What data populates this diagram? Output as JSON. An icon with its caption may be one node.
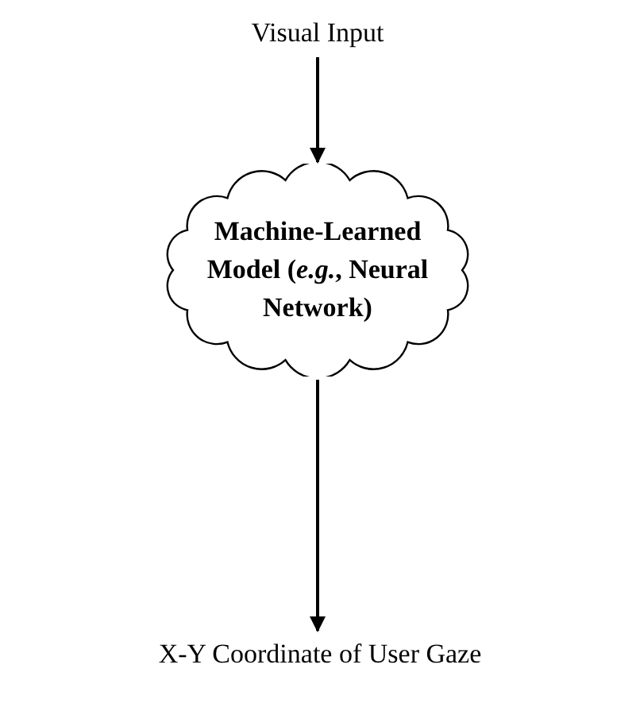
{
  "diagram": {
    "nodes": [
      {
        "text": [
          "Visual Input"
        ]
      },
      {
        "text": [
          "Machine-Learned Model (*e.g.*, Neural Network)"
        ]
      },
      {
        "text": [
          "X-Y Coordinate of User Gaze"
        ]
      }
    ],
    "edges": [
      {
        "from": 0,
        "to": 1,
        "arrow": "to"
      },
      {
        "from": 1,
        "to": 2,
        "arrow": "to"
      }
    ]
  }
}
